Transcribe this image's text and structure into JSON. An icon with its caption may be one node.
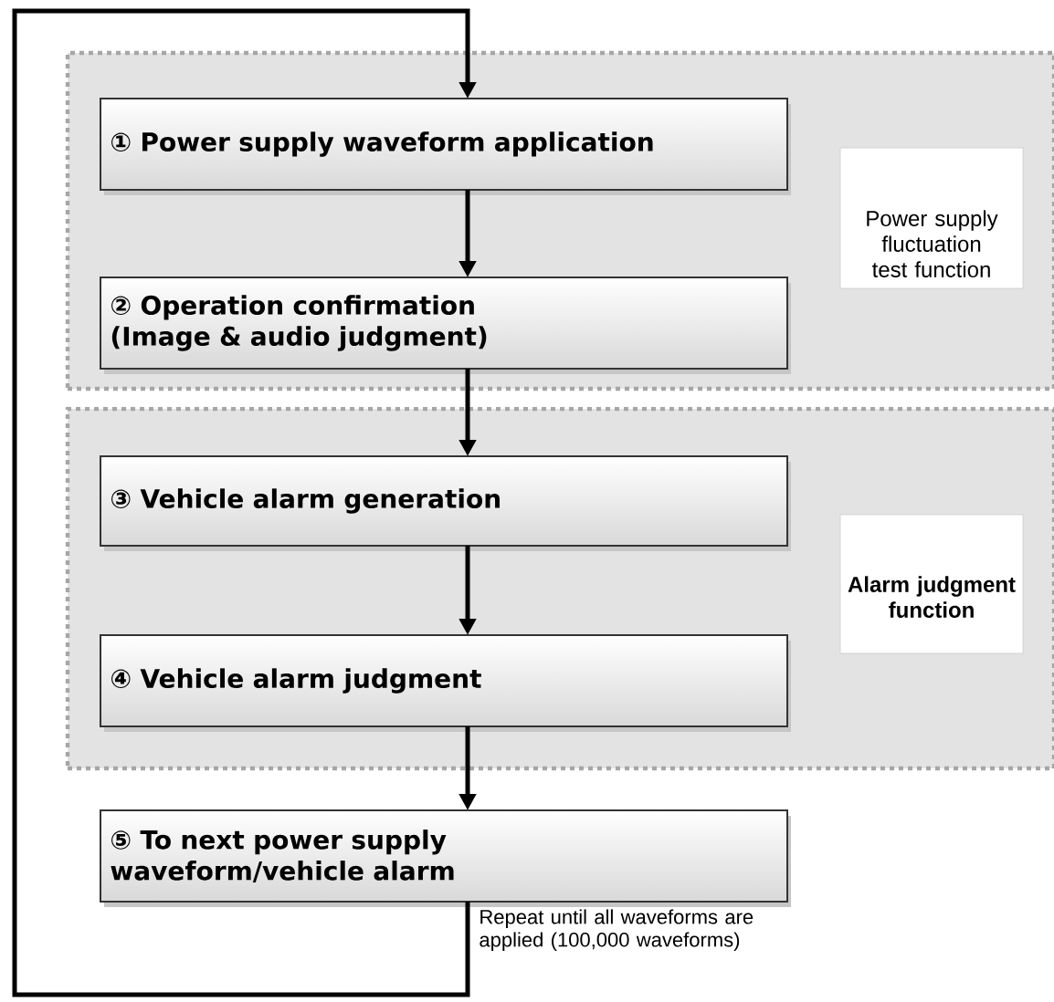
{
  "diagram": {
    "nodes": [
      {
        "text": [
          "Power supply fluctuation test function"
        ]
      },
      {
        "text": [
          "① Power supply waveform application"
        ],
        "in": 0
      },
      {
        "text": [
          "② Operation confirmation (Image & audio judgment)"
        ],
        "in": 0
      },
      {
        "text": [
          "Alarm judgment function"
        ]
      },
      {
        "text": [
          "③ Vehicle alarm generation"
        ],
        "in": 3
      },
      {
        "text": [
          "④ Vehicle alarm judgment"
        ],
        "in": 3
      },
      {
        "text": [
          "⑤ To next power supply waveform/vehicle alarm"
        ]
      }
    ],
    "edges": [
      {
        "from": 1,
        "to": 2,
        "arrow": "to"
      },
      {
        "from": 2,
        "to": 4,
        "arrow": "to"
      },
      {
        "from": 4,
        "to": 5,
        "arrow": "to"
      },
      {
        "from": 5,
        "to": 6,
        "arrow": "to"
      },
      {
        "from": 6,
        "to": 1,
        "arrow": "to",
        "label": "Repeat until all waveforms are applied (100,000 waveforms)"
      }
    ]
  }
}
